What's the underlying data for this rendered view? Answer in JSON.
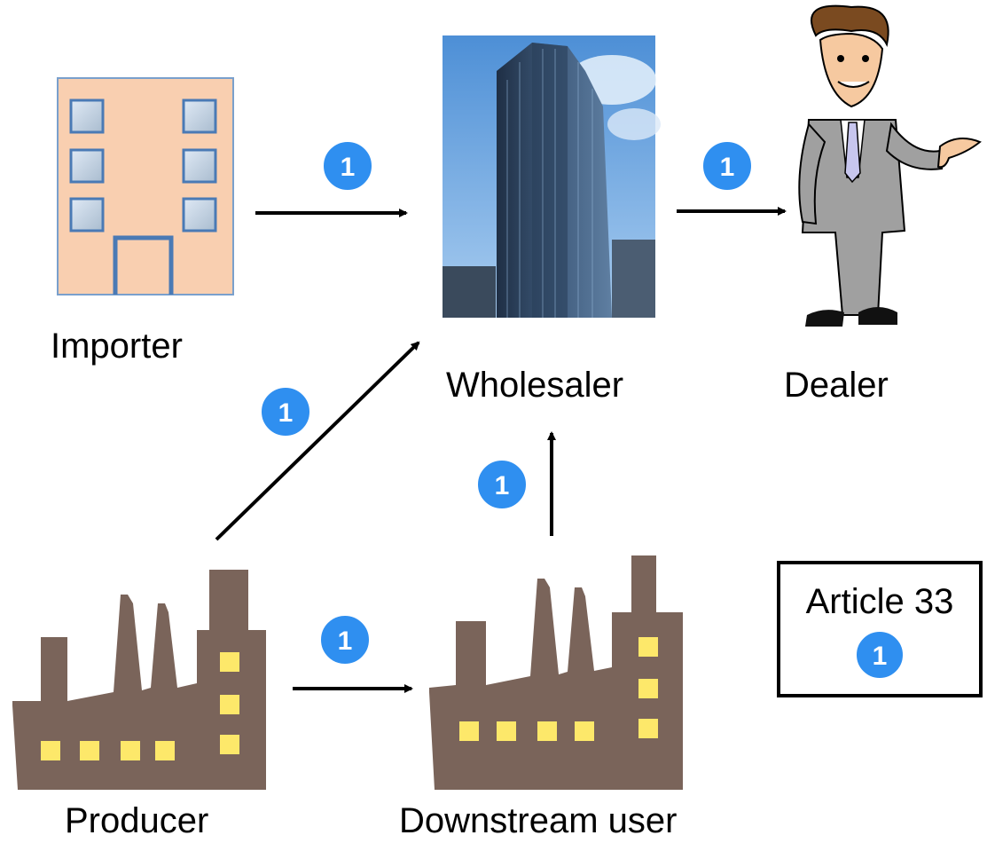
{
  "nodes": {
    "importer": "Importer",
    "wholesaler": "Wholesaler",
    "dealer": "Dealer",
    "producer": "Producer",
    "downstream_user": "Downstream user"
  },
  "badges": {
    "importer_to_wholesaler": "1",
    "wholesaler_to_dealer": "1",
    "producer_to_wholesaler": "1",
    "downstream_to_wholesaler": "1",
    "producer_to_downstream": "1"
  },
  "legend": {
    "title": "Article 33",
    "badge": "1"
  },
  "colors": {
    "badge_fill": "#2f8ff0",
    "badge_ring": "#ffffff",
    "building_fill": "#f9cfb0",
    "building_stroke": "#4a7ab5",
    "factory_fill": "#7a645a",
    "factory_window": "#fde86a",
    "arrow": "#000000"
  }
}
